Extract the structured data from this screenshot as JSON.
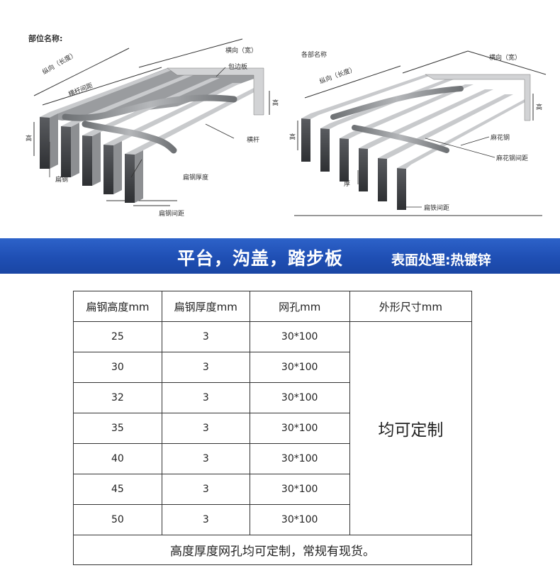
{
  "left_diagram": {
    "heading": "部位名称:",
    "labels": {
      "transverse": "横向（宽）",
      "longitudinal": "纵向（长度）",
      "crossbar_spacing": "横杆间距",
      "edge_plate": "包边板",
      "height_right": "高",
      "height_left": "高",
      "crossbar": "横杆",
      "flat_steel": "扁钢",
      "flat_steel_thickness": "扁钢厚度",
      "flat_steel_spacing": "扁钢间距"
    }
  },
  "right_diagram": {
    "heading": "各部名称",
    "labels": {
      "transverse": "横向（宽）",
      "longitudinal": "纵向（长度）",
      "height_right": "高",
      "height_left": "高",
      "twisted_steel": "麻花钢",
      "twisted_steel_spacing": "麻花钢间距",
      "thickness": "厚",
      "flat_iron_spacing": "扁铁间距"
    }
  },
  "banner": {
    "title": "平台，沟盖，踏步板",
    "subtitle": "表面处理:热镀锌"
  },
  "table": {
    "headers": [
      "扁钢高度mm",
      "扁钢厚度mm",
      "网孔mm",
      "外形尺寸mm"
    ],
    "rows": [
      {
        "height": "25",
        "thickness": "3",
        "mesh": "30*100"
      },
      {
        "height": "30",
        "thickness": "3",
        "mesh": "30*100"
      },
      {
        "height": "32",
        "thickness": "3",
        "mesh": "30*100"
      },
      {
        "height": "35",
        "thickness": "3",
        "mesh": "30*100"
      },
      {
        "height": "40",
        "thickness": "3",
        "mesh": "30*100"
      },
      {
        "height": "45",
        "thickness": "3",
        "mesh": "30*100"
      },
      {
        "height": "50",
        "thickness": "3",
        "mesh": "30*100"
      }
    ],
    "dimension_note": "均可定制",
    "footer": "高度厚度网孔均可定制，常规有现货。"
  },
  "colors": {
    "banner_blue": "#1f4fb4",
    "steel_face": "#c4c6c8",
    "steel_dark": "#3a3c3f",
    "line": "#333333"
  }
}
